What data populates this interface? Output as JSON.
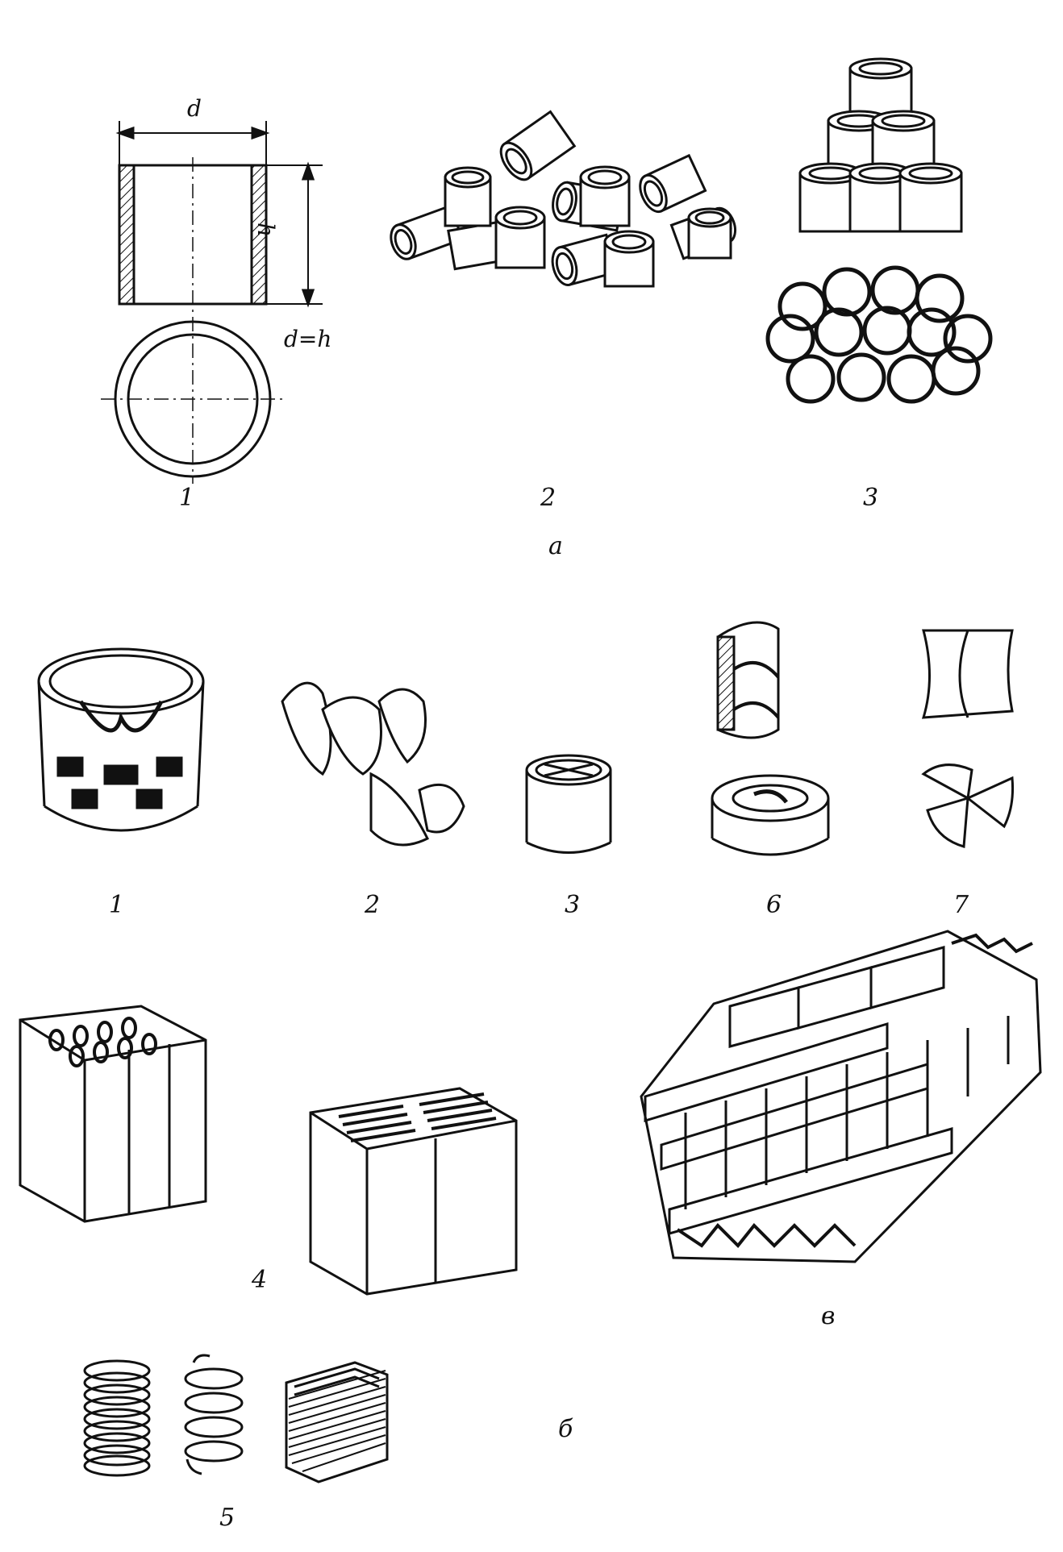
{
  "sections": {
    "a": {
      "label": "a",
      "fig1": {
        "label": "1",
        "dim_d": "d",
        "dim_h": "h",
        "relation": "d=h"
      },
      "fig2": {
        "label": "2"
      },
      "fig3": {
        "label": "3"
      }
    },
    "b": {
      "label": "б",
      "items": [
        {
          "label": "1"
        },
        {
          "label": "2"
        },
        {
          "label": "3"
        },
        {
          "label": "6"
        },
        {
          "label": "7"
        },
        {
          "label": "4"
        },
        {
          "label": "5"
        }
      ]
    },
    "v": {
      "label": "в"
    }
  },
  "colors": {
    "ink": "#111111",
    "paper": "#ffffff"
  }
}
